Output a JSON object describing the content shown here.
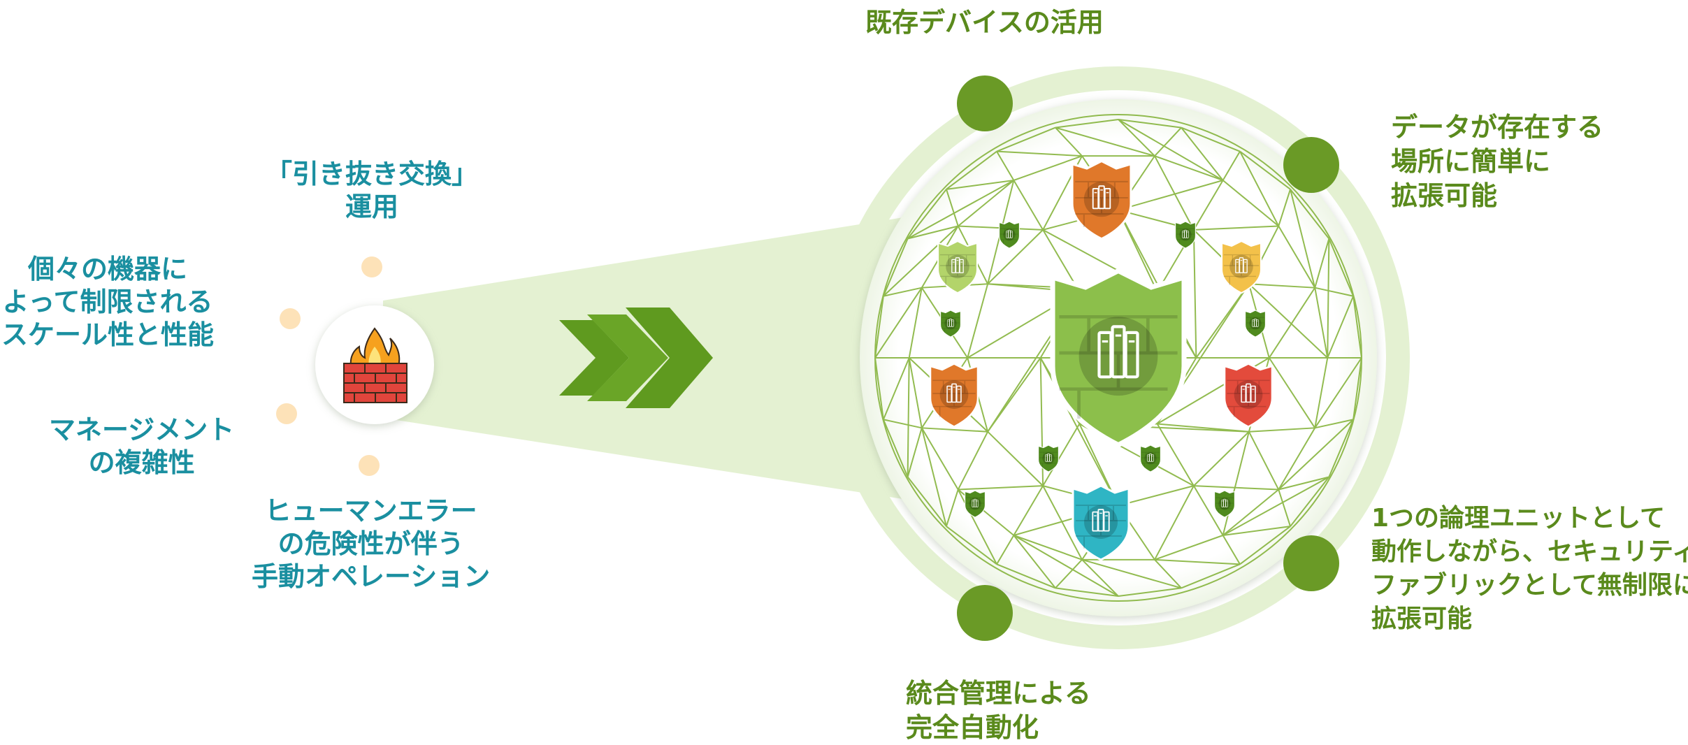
{
  "colors": {
    "teal_text": "#1a8fa0",
    "green_text": "#5a8a1c",
    "node_green": "#6a9a26",
    "pale_green": "#e4f1d2",
    "mesh_green": "#7fb032",
    "dot_peach": "#fde2b8",
    "shield_main": "#8cbf4b",
    "shield_orange": "#e0782a",
    "shield_yellow": "#f3c14a",
    "shield_lime": "#b3d46a",
    "shield_red": "#e34b3c",
    "shield_teal": "#2fb5c4"
  },
  "legacy": {
    "icon": "firewall-icon",
    "issues": [
      {
        "lines": [
          "「引き抜き交換」",
          "運用"
        ]
      },
      {
        "lines": [
          "個々の機器に",
          "よって制限される",
          "スケール性と性能"
        ]
      },
      {
        "lines": [
          "マネージメント",
          "の複雑性"
        ]
      },
      {
        "lines": [
          "ヒューマンエラー",
          "の危険性が伴う",
          "手動オペレーション"
        ]
      }
    ]
  },
  "transition": {
    "icon": "chevron-arrows-icon"
  },
  "fabric": {
    "center_icon": "security-fabric-sphere-icon",
    "benefits": [
      {
        "lines": [
          "既存デバイスの活用"
        ]
      },
      {
        "lines": [
          "データが存在する",
          "場所に簡単に",
          "拡張可能"
        ]
      },
      {
        "lines": [
          "1つの論理ユニットとして",
          "動作しながら、セキュリティ",
          "ファブリックとして無制限に",
          "拡張可能"
        ]
      },
      {
        "lines": [
          "統合管理による",
          "完全自動化"
        ]
      }
    ]
  }
}
